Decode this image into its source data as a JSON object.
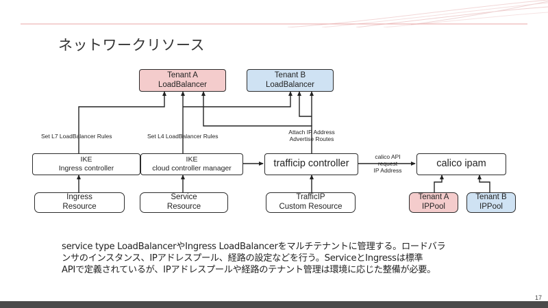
{
  "slide": {
    "title": "ネットワークリソース",
    "page_number": "17",
    "description": [
      "service type LoadBalancerやIngress LoadBalancerをマルチテナントに管理する。ロードバラ",
      "ンサのインスタンス、IPアドレスプール、経路の設定などを行う。ServiceとIngressは標準",
      "APIで定義されているが、IPアドレスプールや経路のテナント管理は環境に応じた整備が必要。"
    ]
  },
  "diagram": {
    "tenant_a_lb": [
      "Tenant A",
      "LoadBalancer"
    ],
    "tenant_b_lb": [
      "Tenant B",
      "LoadBalancer"
    ],
    "ingress_controller": [
      "IKE",
      "Ingress controller"
    ],
    "cloud_controller": [
      "IKE",
      "cloud controller manager"
    ],
    "trafficip_controller": "trafficip controller",
    "calico_ipam": "calico ipam",
    "ingress_resource": [
      "Ingress",
      "Resource"
    ],
    "service_resource": [
      "Service",
      "Resource"
    ],
    "trafficip_resource": [
      "TrafficIP",
      "Custom Resource"
    ],
    "tenant_a_ippool": [
      "Tenant A",
      "IPPool"
    ],
    "tenant_b_ippool": [
      "Tenant B",
      "IPPool"
    ],
    "labels": {
      "l7_rules": "Set L7 LoadBalancer Rules",
      "l4_rules": "Set L4 LoadBalancer Rules",
      "attach": [
        "Attach IP Address",
        "Advertise Routes"
      ],
      "calico_api": [
        "calico API",
        "request",
        "IP Address"
      ]
    }
  }
}
